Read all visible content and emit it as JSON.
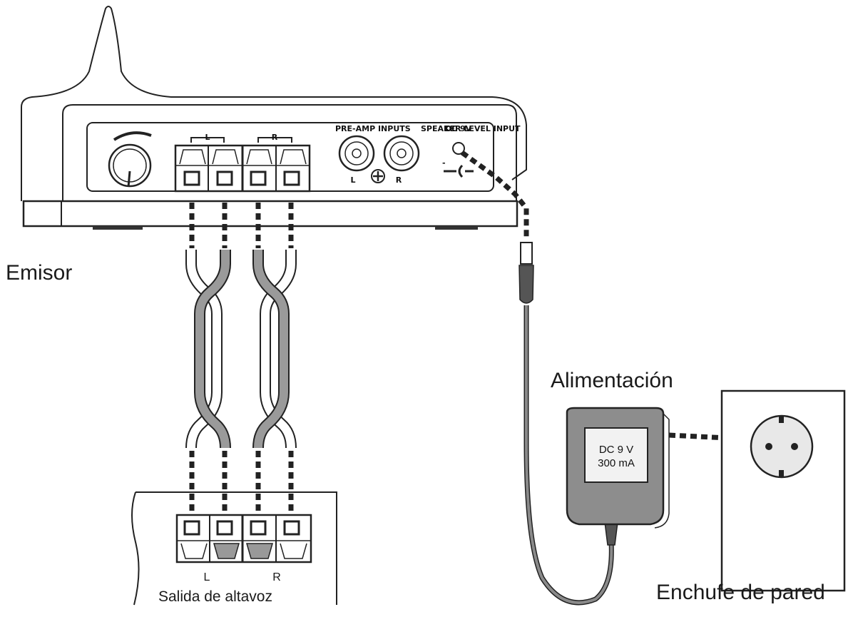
{
  "labels": {
    "emitter": "Emisor",
    "power": "Alimentación",
    "wall_socket": "Enchufe de pared",
    "speaker_output": "Salida de altavoz"
  },
  "panel": {
    "preamp_inputs": "PRE-AMP INPUTS",
    "speaker_level_input": "SPEAKER LEVEL INPUT",
    "overlap_text": "DC 9V",
    "left": "L",
    "right": "R"
  },
  "adapter": {
    "voltage": "DC 9 V",
    "current": "300 mA"
  },
  "speaker_block": {
    "left": "L",
    "right": "R"
  }
}
